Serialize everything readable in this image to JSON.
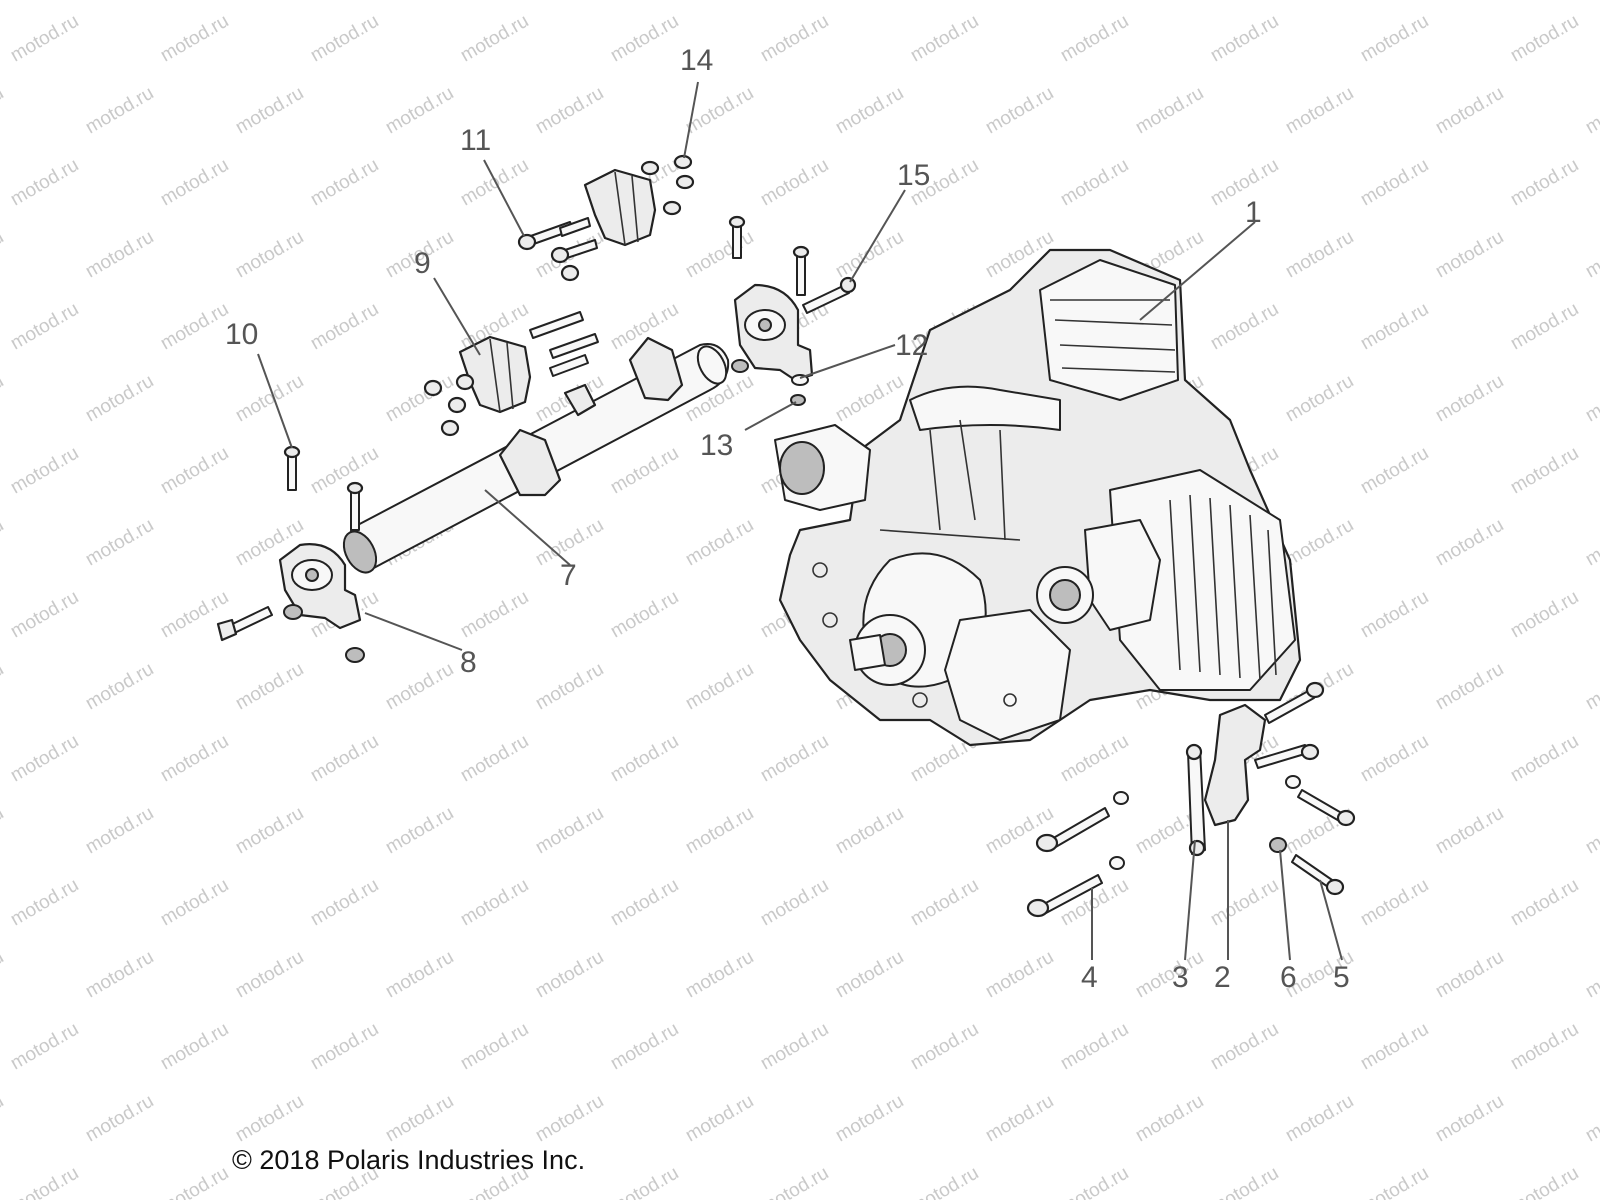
{
  "diagram": {
    "watermark_text": "motod.ru",
    "callouts": [
      {
        "id": "c1",
        "label": "1"
      },
      {
        "id": "c2",
        "label": "2"
      },
      {
        "id": "c3",
        "label": "3"
      },
      {
        "id": "c4",
        "label": "4"
      },
      {
        "id": "c5",
        "label": "5"
      },
      {
        "id": "c6",
        "label": "6"
      },
      {
        "id": "c7",
        "label": "7"
      },
      {
        "id": "c8",
        "label": "8"
      },
      {
        "id": "c9",
        "label": "9"
      },
      {
        "id": "c10",
        "label": "10"
      },
      {
        "id": "c11",
        "label": "11"
      },
      {
        "id": "c12",
        "label": "12"
      },
      {
        "id": "c13",
        "label": "13"
      },
      {
        "id": "c14",
        "label": "14"
      },
      {
        "id": "c15",
        "label": "15"
      }
    ],
    "copyright": "© 2018 Polaris Industries Inc."
  }
}
